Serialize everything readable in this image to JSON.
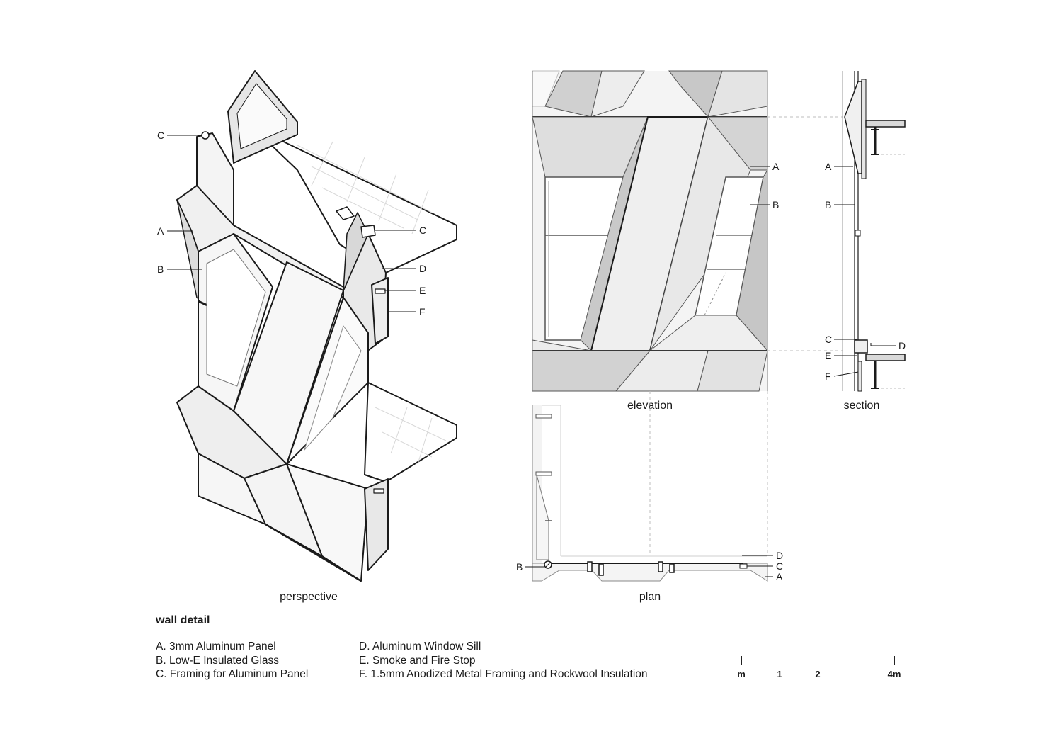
{
  "title": "wall detail",
  "captions": {
    "perspective": "perspective",
    "elevation": "elevation",
    "section": "section",
    "plan": "plan"
  },
  "tags": {
    "a": "A",
    "b": "B",
    "c": "C",
    "d": "D",
    "e": "E",
    "f": "F"
  },
  "legend": {
    "col1": [
      "A.  3mm Aluminum Panel",
      "B.  Low-E Insulated Glass",
      "C.  Framing for Aluminum Panel"
    ],
    "col2": [
      "D.  Aluminum Window Sill",
      "E.  Smoke and Fire Stop",
      "F.  1.5mm Anodized Metal Framing and Rockwool Insulation"
    ]
  },
  "scale_bar": {
    "labels": [
      "m",
      "1",
      "2",
      "4m"
    ]
  },
  "colors": {
    "ink": "#1a1a1a",
    "panel_light": "#f2f2f2",
    "panel_mid": "#dcdcdc",
    "panel_dark": "#c4c4c4",
    "glass": "#fafafa"
  }
}
